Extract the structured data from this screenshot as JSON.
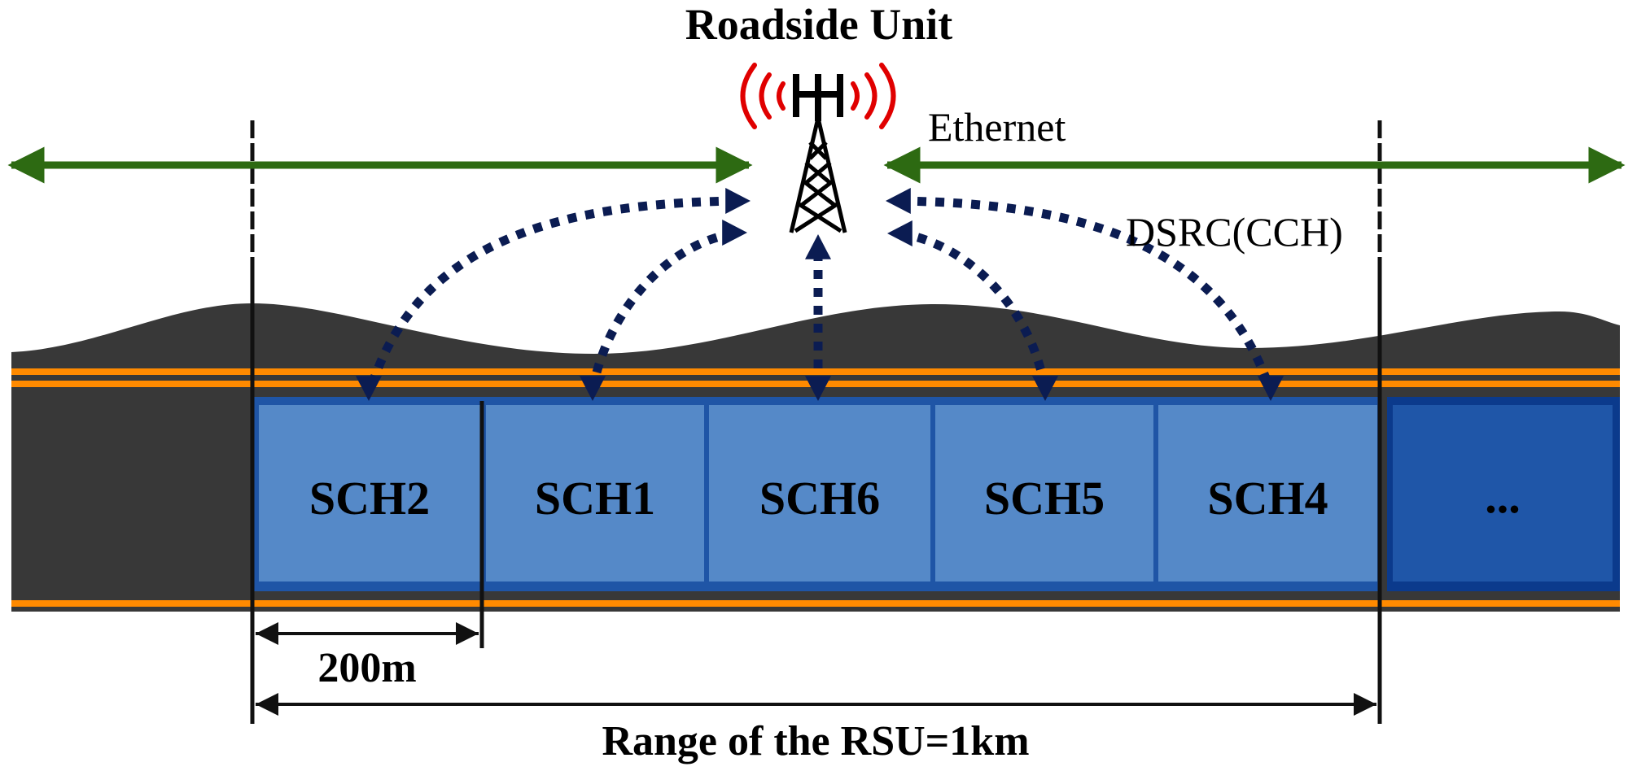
{
  "title": "Roadside Unit",
  "labels": {
    "ethernet": "Ethernet",
    "dsrc": "DSRC(CCH)",
    "segment_length": "200m",
    "range": "Range of the RSU=1km"
  },
  "segments": [
    {
      "label": "SCH2",
      "kind": "in-range"
    },
    {
      "label": "SCH1",
      "kind": "in-range"
    },
    {
      "label": "SCH6",
      "kind": "in-range"
    },
    {
      "label": "SCH5",
      "kind": "in-range"
    },
    {
      "label": "SCH4",
      "kind": "in-range"
    },
    {
      "label": "...",
      "kind": "next-rsu"
    }
  ],
  "icons": {
    "tower": "radio-tower-icon",
    "signal": "signal-waves-icon",
    "ethernet_link": "double-arrow-green",
    "dsrc_link": "dotted-double-arrow-navy"
  },
  "colors": {
    "road": "#383838",
    "lane_marking": "#ff8a00",
    "segment_fill": "#5589c8",
    "segment_border": "#1f55a6",
    "next_segment_fill": "#1f56a8",
    "next_segment_border": "#0b3a8c",
    "ethernet": "#2d6a12",
    "dsrc": "#0b1c52",
    "signal": "#e00000",
    "ink": "#000000"
  }
}
